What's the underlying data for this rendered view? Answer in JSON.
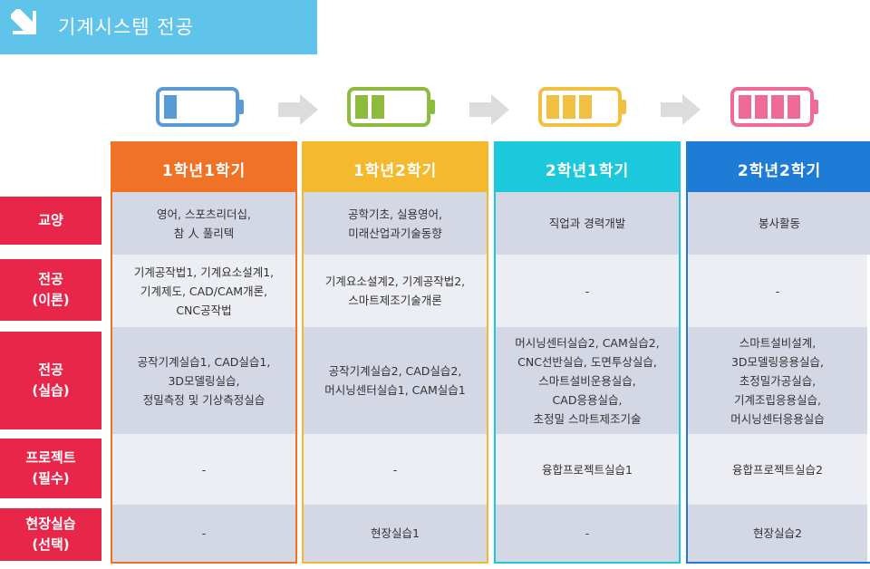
{
  "title": "기계시스템 전공",
  "colors": {
    "orange": "#f07226",
    "yellow": "#f4b92f",
    "cyan": "#1cc8dc",
    "blue": "#1e7bd6",
    "red": "#e8264a"
  },
  "semesters": [
    {
      "label": "1학년1학기",
      "fill_bars": 1,
      "battery_color": "#5b9bd5"
    },
    {
      "label": "1학년2학기",
      "fill_bars": 2,
      "battery_color": "#8dbb3d"
    },
    {
      "label": "2학년1학기",
      "fill_bars": 3,
      "battery_color": "#f1c040"
    },
    {
      "label": "2학년2학기",
      "fill_bars": 4,
      "battery_color": "#ef6b95"
    }
  ],
  "rows": [
    {
      "label_1": "교양",
      "label_2": "",
      "cells": [
        "영어, 스포츠리더십,\n참 人 풀리텍",
        "공학기초, 실용영어,\n미래산업과기술동향",
        "직업과 경력개발",
        "봉사활동"
      ]
    },
    {
      "label_1": "전공",
      "label_2": "(이론)",
      "cells": [
        "기계공작법1, 기계요소설계1,\n기계제도, CAD/CAM개론,\nCNC공작법",
        "기계요소설계2, 기계공작법2,\n스마트제조기술개론",
        "-",
        "-"
      ]
    },
    {
      "label_1": "전공",
      "label_2": "(실습)",
      "cells": [
        "공작기계실습1, CAD실습1,\n3D모델링실습,\n정밀측정 및 기상측정실습",
        "공작기계실습2, CAD실습2,\n머시닝센터실습1, CAM실습1",
        "머시닝센터실습2, CAM실습2,\nCNC선반실습, 도면투상실습,\n스마트설비운용실습,\nCAD응용실습,\n초정밀 스마트제조기술",
        "스마트설비설계,\n3D모델링응용실습,\n초정밀가공실습,\n기계조립응용실습,\n머시닝센터응용실습"
      ]
    },
    {
      "label_1": "프로젝트",
      "label_2": "(필수)",
      "cells": [
        "-",
        "-",
        "융합프로젝트실습1",
        "융합프로젝트실습2"
      ]
    },
    {
      "label_1": "현장실습",
      "label_2": "(선택)",
      "cells": [
        "-",
        "현장실습1",
        "-",
        "현장실습2"
      ]
    }
  ]
}
